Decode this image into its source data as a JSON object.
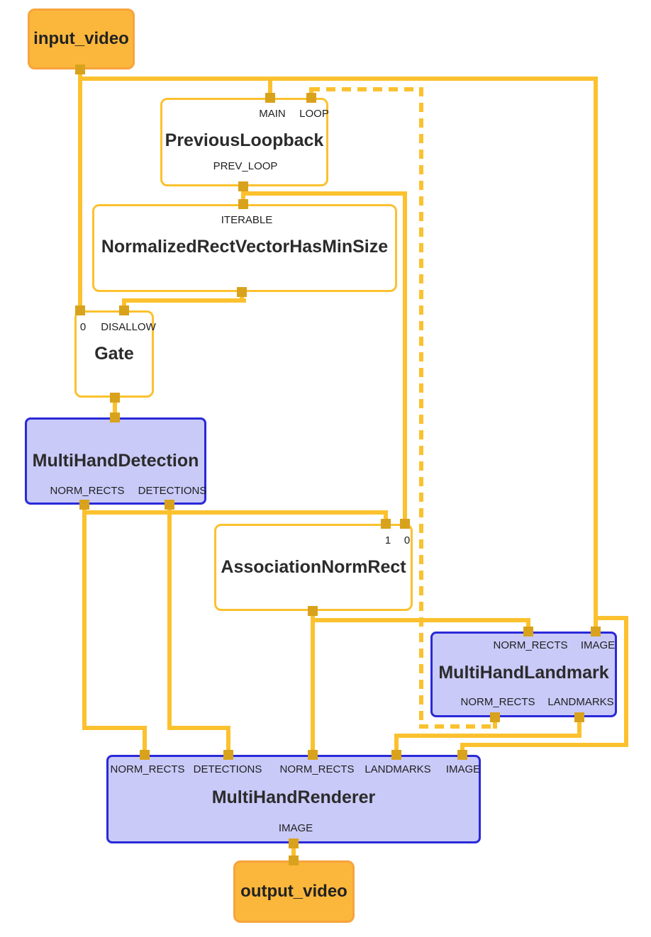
{
  "colors": {
    "edge": "#FBC12E",
    "port": "#D9A21C",
    "calculator_border": "#FBC12E",
    "subgraph_border": "#2929D8",
    "subgraph_fill": "#C9CAF8",
    "stream_fill": "#FBB73C",
    "stream_border": "#F7A43C",
    "text": "#282828"
  },
  "nodes": {
    "input_video": {
      "label": "input_video"
    },
    "previous_loopback": {
      "title": "PreviousLoopback",
      "in_main": "MAIN",
      "in_loop": "LOOP",
      "out_prev_loop": "PREV_LOOP"
    },
    "normalized_rect_vector_has_min_size": {
      "title": "NormalizedRectVectorHasMinSize",
      "in_iterable": "ITERABLE"
    },
    "gate": {
      "title": "Gate",
      "in_0": "0",
      "in_disallow": "DISALLOW"
    },
    "multi_hand_detection": {
      "title": "MultiHandDetection",
      "out_norm_rects": "NORM_RECTS",
      "out_detections": "DETECTIONS"
    },
    "association_norm_rect": {
      "title": "AssociationNormRect",
      "in_1": "1",
      "in_0": "0"
    },
    "multi_hand_landmark": {
      "title": "MultiHandLandmark",
      "in_norm_rects": "NORM_RECTS",
      "in_image": "IMAGE",
      "out_norm_rects": "NORM_RECTS",
      "out_landmarks": "LANDMARKS"
    },
    "multi_hand_renderer": {
      "title": "MultiHandRenderer",
      "in_norm_rects_1": "NORM_RECTS",
      "in_detections": "DETECTIONS",
      "in_norm_rects_2": "NORM_RECTS",
      "in_landmarks": "LANDMARKS",
      "in_image": "IMAGE",
      "out_image": "IMAGE"
    },
    "output_video": {
      "label": "output_video"
    }
  },
  "edges": [
    {
      "from": "input_video",
      "to": "PreviousLoopback.MAIN",
      "style": "solid"
    },
    {
      "from": "input_video",
      "to": "Gate.0",
      "style": "solid"
    },
    {
      "from": "input_video",
      "to": "MultiHandLandmark.IMAGE",
      "style": "solid"
    },
    {
      "from": "input_video",
      "to": "MultiHandRenderer.IMAGE",
      "style": "solid"
    },
    {
      "from": "MultiHandLandmark.NORM_RECTS",
      "to": "PreviousLoopback.LOOP",
      "style": "dashed"
    },
    {
      "from": "PreviousLoopback.PREV_LOOP",
      "to": "NormalizedRectVectorHasMinSize.ITERABLE",
      "style": "solid"
    },
    {
      "from": "PreviousLoopback.PREV_LOOP",
      "to": "AssociationNormRect.0",
      "style": "solid"
    },
    {
      "from": "NormalizedRectVectorHasMinSize",
      "to": "Gate.DISALLOW",
      "style": "solid"
    },
    {
      "from": "Gate",
      "to": "MultiHandDetection",
      "style": "solid"
    },
    {
      "from": "MultiHandDetection.NORM_RECTS",
      "to": "AssociationNormRect.1",
      "style": "solid"
    },
    {
      "from": "MultiHandDetection.NORM_RECTS",
      "to": "MultiHandRenderer.NORM_RECTS",
      "style": "solid"
    },
    {
      "from": "MultiHandDetection.DETECTIONS",
      "to": "MultiHandRenderer.DETECTIONS",
      "style": "solid"
    },
    {
      "from": "AssociationNormRect",
      "to": "MultiHandLandmark.NORM_RECTS",
      "style": "solid"
    },
    {
      "from": "AssociationNormRect",
      "to": "MultiHandRenderer.NORM_RECTS",
      "style": "solid"
    },
    {
      "from": "MultiHandLandmark.LANDMARKS",
      "to": "MultiHandRenderer.LANDMARKS",
      "style": "solid"
    },
    {
      "from": "MultiHandRenderer.IMAGE",
      "to": "output_video",
      "style": "solid"
    }
  ]
}
